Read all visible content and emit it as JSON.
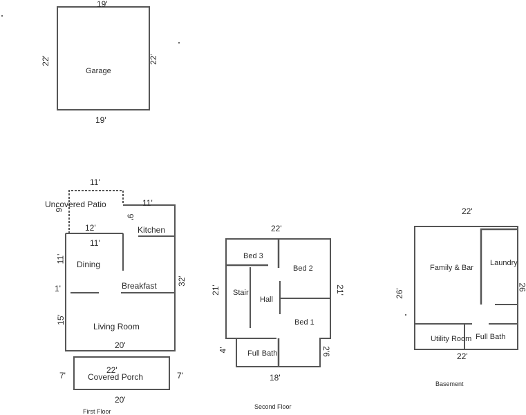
{
  "garage": {
    "name": "Garage",
    "dim_top": "19'",
    "dim_bottom": "19'",
    "dim_left": "22'",
    "dim_right": "22'"
  },
  "first_floor": {
    "caption": "First Floor",
    "rooms": {
      "patio": "Uncovered Patio",
      "kitchen": "Kitchen",
      "dining": "Dining",
      "breakfast": "Breakfast",
      "living": "Living Room",
      "porch": "Covered Porch"
    },
    "dims": {
      "patio_top": "11'",
      "patio_left": "9'",
      "patio_right": "9'",
      "patio_bottom": "12'",
      "kitchen_top": "11'",
      "dining_top": "11'",
      "dining_left": "11'",
      "gap_left": "1'",
      "living_left": "15'",
      "right_total": "32'",
      "living_bottom": "20'",
      "porch_top": "22'",
      "porch_left": "7'",
      "porch_right": "7'",
      "porch_bottom": "20'"
    }
  },
  "second_floor": {
    "caption": "Second Floor",
    "rooms": {
      "bed3": "Bed 3",
      "bed2": "Bed 2",
      "stair": "Stair",
      "hall": "Hall",
      "bed1": "Bed 1",
      "full_bath": "Full Bath"
    },
    "dims": {
      "top": "22'",
      "left": "21'",
      "right": "21'",
      "left_notch": "4'",
      "right_notch": "2'6",
      "bottom": "18'"
    }
  },
  "basement": {
    "caption": "Basement",
    "rooms": {
      "family": "Family & Bar",
      "laundry": "Laundry",
      "utility": "Utility Room",
      "full_bath": "Full Bath"
    },
    "dims": {
      "top": "22'",
      "left": "26'",
      "right": "26",
      "bottom": "22'"
    }
  }
}
